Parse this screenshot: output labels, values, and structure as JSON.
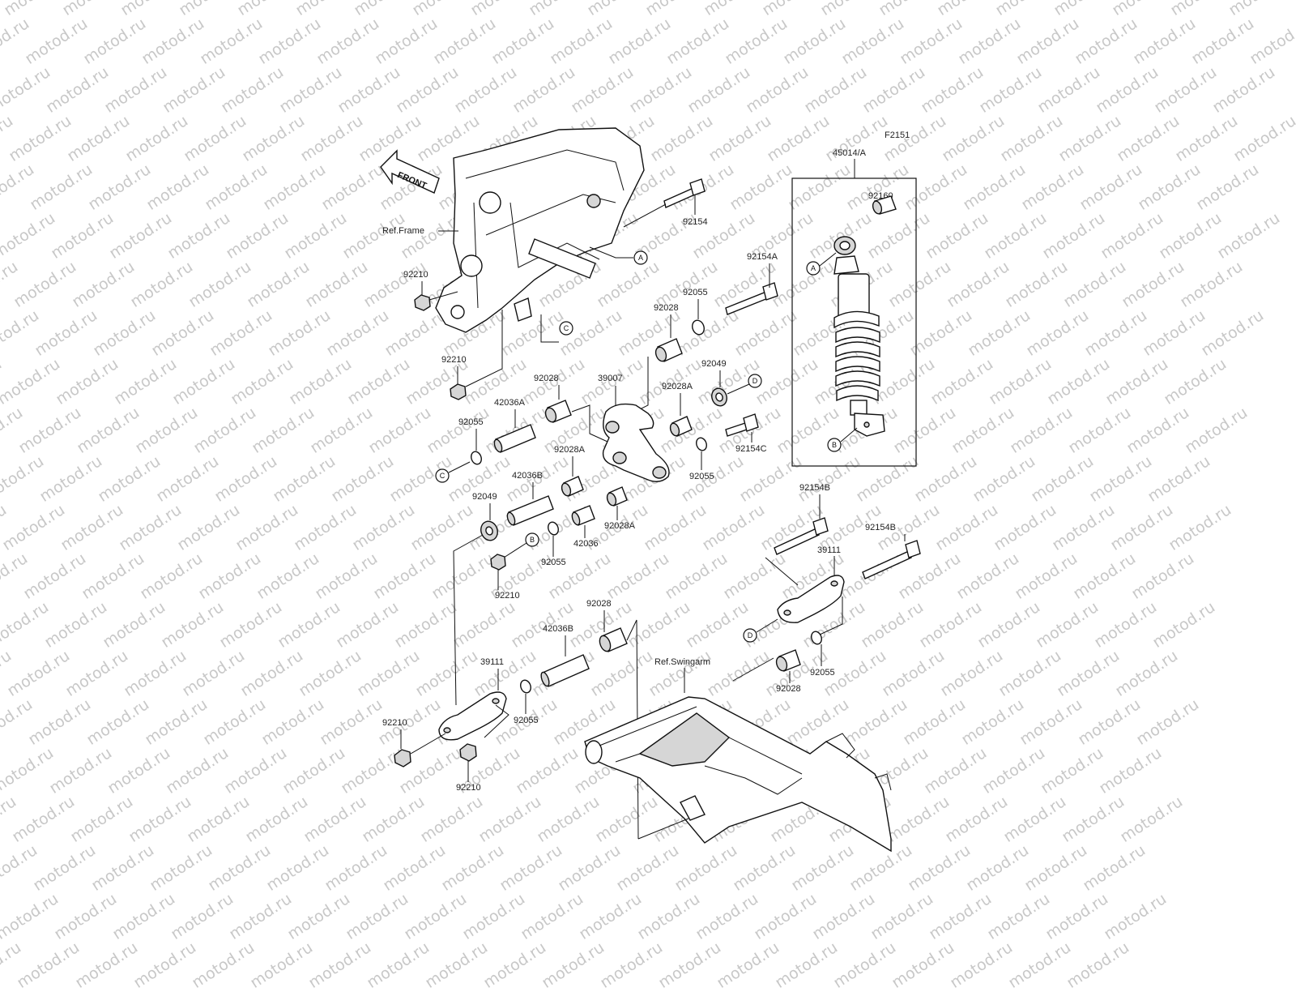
{
  "diagram": {
    "code": "F2151",
    "watermark_text": "motod.ru",
    "front_label": "FRONT",
    "ref_frame": "Ref.Frame",
    "ref_swingarm": "Ref.Swingarm",
    "refs": {
      "a": "A",
      "b": "B",
      "c": "C",
      "d": "D"
    },
    "parts": {
      "p45014A": "45014/A",
      "p92160": "92160",
      "p92154": "92154",
      "p92154A": "92154A",
      "p92154B_1": "92154B",
      "p92154B_2": "92154B",
      "p92154C": "92154C",
      "p92210_1": "92210",
      "p92210_2": "92210",
      "p92210_3": "92210",
      "p92210_4": "92210",
      "p92210_5": "92210",
      "p92055_1": "92055",
      "p92055_2": "92055",
      "p92055_3": "92055",
      "p92055_4": "92055",
      "p92055_5": "92055",
      "p92055_6": "92055",
      "p92028_1": "92028",
      "p92028_2": "92028",
      "p92028_3": "92028",
      "p92028_4": "92028",
      "p92028A_1": "92028A",
      "p92028A_2": "92028A",
      "p92028A_3": "92028A",
      "p92049_1": "92049",
      "p92049_2": "92049",
      "p39007": "39007",
      "p39111_1": "39111",
      "p39111_2": "39111",
      "p42036": "42036",
      "p42036A": "42036A",
      "p42036B_1": "42036B",
      "p42036B_2": "42036B"
    }
  }
}
